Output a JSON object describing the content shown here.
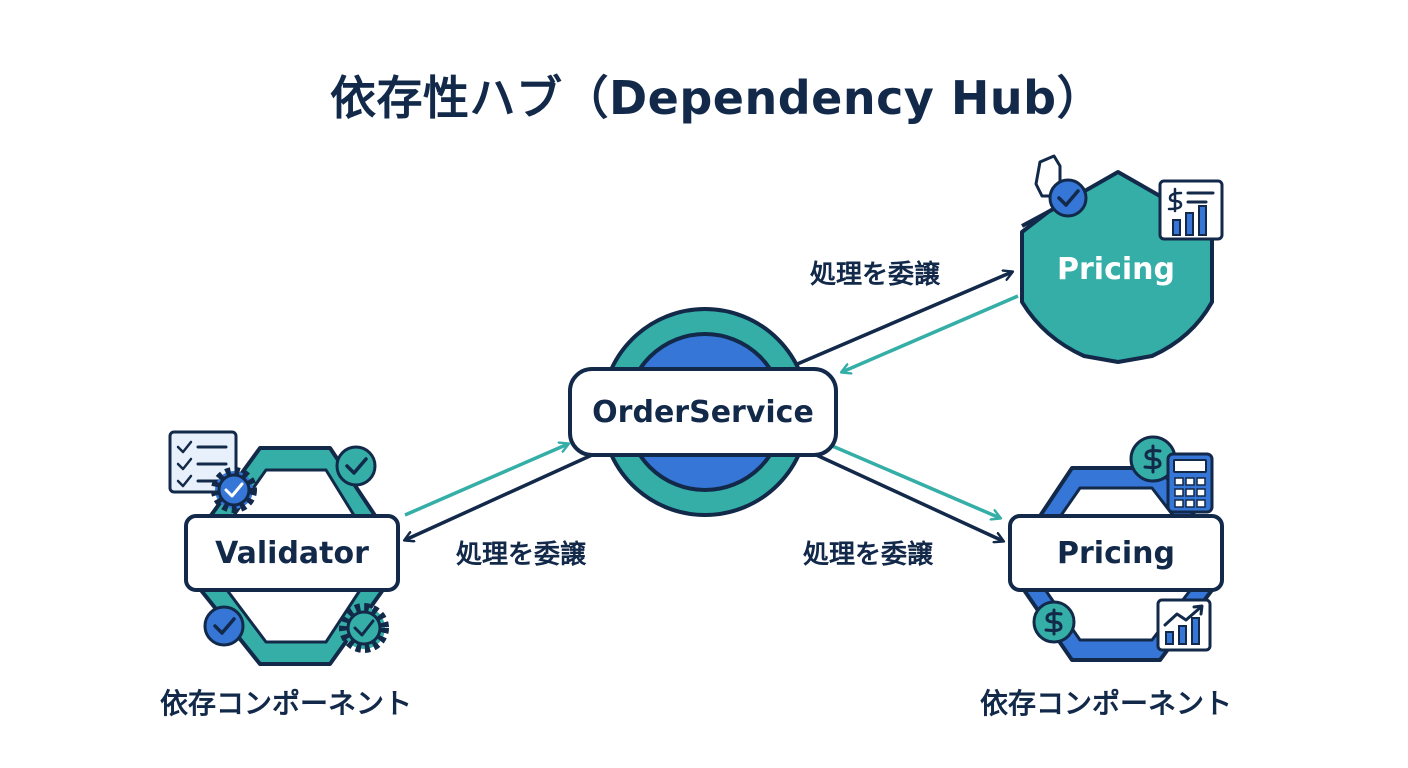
{
  "title": "依存性ハブ（Dependency Hub）",
  "colors": {
    "navy": "#12294a",
    "teal": "#34aea6",
    "blue": "#3576d6",
    "white": "#ffffff",
    "light": "#e8f1fb"
  },
  "hub": {
    "label": "OrderService"
  },
  "nodes": {
    "pricing_top": {
      "label": "Pricing",
      "icons": [
        "shield-check-icon",
        "price-chart-icon"
      ]
    },
    "validator": {
      "label": "Validator",
      "caption": "依存コンポーネント",
      "icons": [
        "checklist-icon",
        "gear-check-icon",
        "check-circle-icon"
      ]
    },
    "pricing_bottom": {
      "label": "Pricing",
      "caption": "依存コンポーネント",
      "icons": [
        "dollar-coin-icon",
        "calculator-icon",
        "growth-chart-icon"
      ]
    }
  },
  "edges": {
    "to_pricing_top": {
      "label": "処理を委譲"
    },
    "to_validator": {
      "label": "処理を委譲"
    },
    "to_pricing_bottom": {
      "label": "処理を委譲"
    }
  }
}
